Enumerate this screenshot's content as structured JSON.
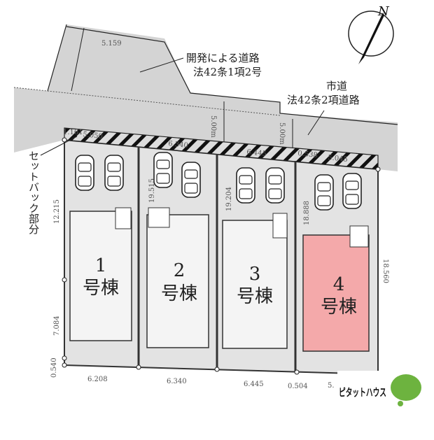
{
  "compass": {
    "label": "N",
    "icon": "north-arrow-icon"
  },
  "roads": {
    "development_road": {
      "line1": "開発による道路",
      "line2": "法42条1項2号",
      "width": "5.159"
    },
    "city_road": {
      "line1": "市道",
      "line2": "法42条2項道路"
    },
    "road_widths": [
      "5.00m",
      "5.00m"
    ]
  },
  "setback": {
    "label": "セットバック部分"
  },
  "front_dims": [
    "1.161",
    "5.050",
    "6.340",
    "6.445",
    "0.538",
    "5.045"
  ],
  "side_dims": [
    "12.215",
    "19.515",
    "19.204",
    "18.888",
    "7.084",
    "18.560",
    "0.540"
  ],
  "bottom_dims": [
    "6.208",
    "6.340",
    "6.445",
    "0.504",
    "5."
  ],
  "buildings": [
    {
      "num": "1",
      "suffix": "号棟"
    },
    {
      "num": "2",
      "suffix": "号棟"
    },
    {
      "num": "3",
      "suffix": "号棟"
    },
    {
      "num": "4",
      "suffix": "号棟",
      "highlight": "#f4a9aa"
    }
  ],
  "logo": {
    "text": "ピタットハウス",
    "color": "#6db33f"
  }
}
